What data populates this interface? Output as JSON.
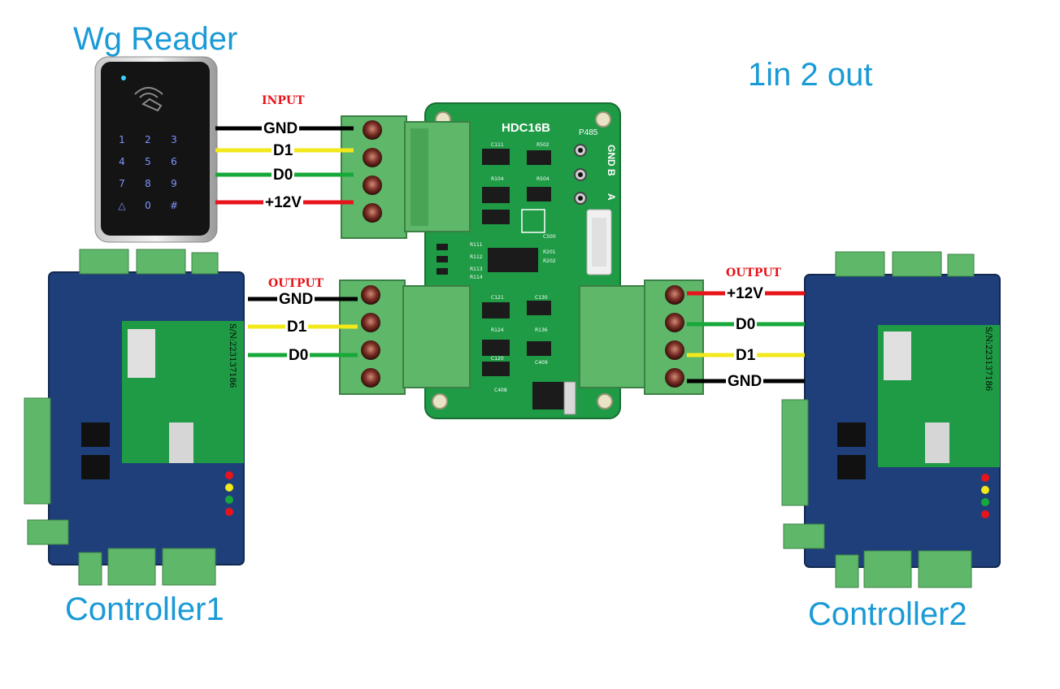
{
  "diagram": {
    "reader_title": "Wg Reader",
    "mode_title": "1in 2 out",
    "controller1_title": "Controller1",
    "controller2_title": "Controller2",
    "input_label": "INPUT",
    "output1_label": "OUTPUT",
    "output2_label": "OUTPUT",
    "board_label": "HDC16B",
    "port_label": "P485",
    "input_wires": [
      "GND",
      "D1",
      "D0",
      "+12V"
    ],
    "output1_wires": [
      "GND",
      "D1",
      "D0"
    ],
    "output2_wires": [
      "+12V",
      "D0",
      "D1",
      "GND"
    ],
    "rs485_pins": [
      "GND",
      "B",
      "A"
    ],
    "serial_label": "S/N:223137186",
    "keypad_keys": [
      "1",
      "2",
      "3",
      "4",
      "5",
      "6",
      "7",
      "8",
      "9",
      "△",
      "0",
      "#"
    ],
    "colors": {
      "title": "#1a9ad6",
      "io_label": "#e8141b",
      "wire_gnd": "#000000",
      "wire_d1": "#f2e81a",
      "wire_d0": "#17a83a",
      "wire_12v": "#e8141b",
      "pcb_green": "#1f9a45",
      "controller_blue": "#1e3f7a",
      "terminal_green": "#5fb86a"
    }
  }
}
